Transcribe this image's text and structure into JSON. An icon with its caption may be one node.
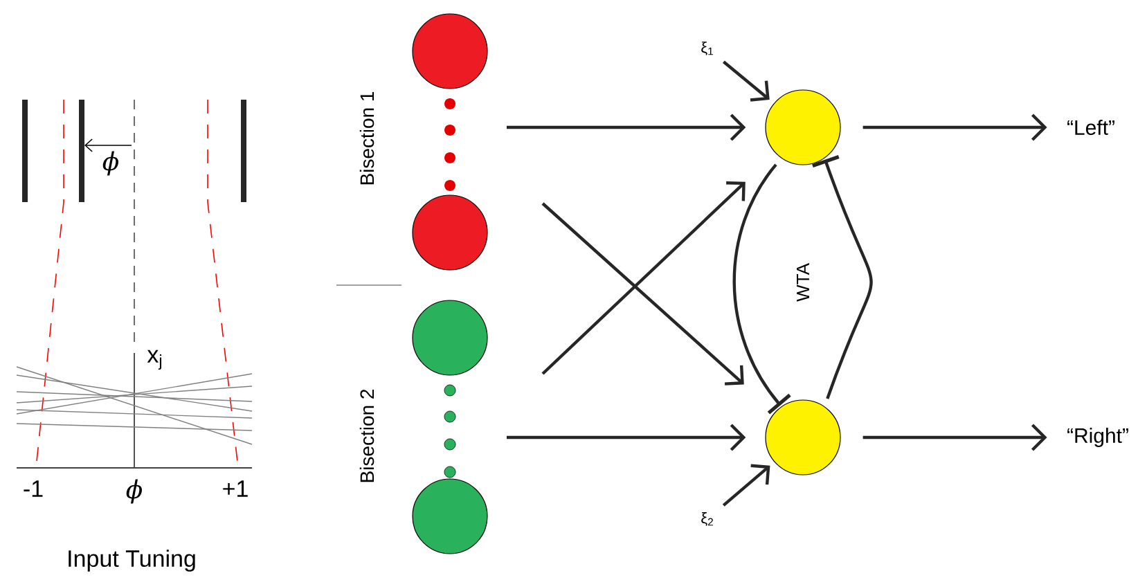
{
  "diagram": {
    "nodes": [
      {
        "text": [],
        "shape": "circle"
      },
      {
        "text": [],
        "shape": "circle"
      },
      {
        "text": [],
        "shape": "circle"
      },
      {
        "text": [],
        "shape": "circle"
      },
      {
        "text": [],
        "shape": "circle"
      },
      {
        "text": [],
        "shape": "circle"
      },
      {
        "text": [
          "“Left”"
        ]
      },
      {
        "text": [
          "“Right”"
        ]
      },
      {
        "text": [
          "ξ$_{1}$"
        ]
      },
      {
        "text": [
          "ξ$_{2}$"
        ]
      }
    ],
    "edges": [
      {
        "from": null,
        "to": 4,
        "arrow": "to"
      },
      {
        "from": null,
        "to": 5,
        "arrow": "to"
      },
      {
        "from": null,
        "to": 5,
        "arrow": "to"
      },
      {
        "from": null,
        "to": 4,
        "arrow": "to"
      },
      {
        "from": 4,
        "to": 5,
        "arrow": "other"
      },
      {
        "from": 5,
        "to": 4,
        "arrow": "other"
      },
      {
        "from": 8,
        "to": 4,
        "arrow": "to"
      },
      {
        "from": 9,
        "to": 5,
        "arrow": "to"
      },
      {
        "from": 4,
        "to": 6,
        "arrow": "to"
      },
      {
        "from": 5,
        "to": 7,
        "arrow": "to"
      }
    ],
    "labels": [
      "ϕ",
      "x$_{j}$",
      "-1",
      "ϕ",
      "+1",
      "Input Tuning",
      "Bisection 1",
      "Bisection 2",
      "WTA"
    ]
  }
}
